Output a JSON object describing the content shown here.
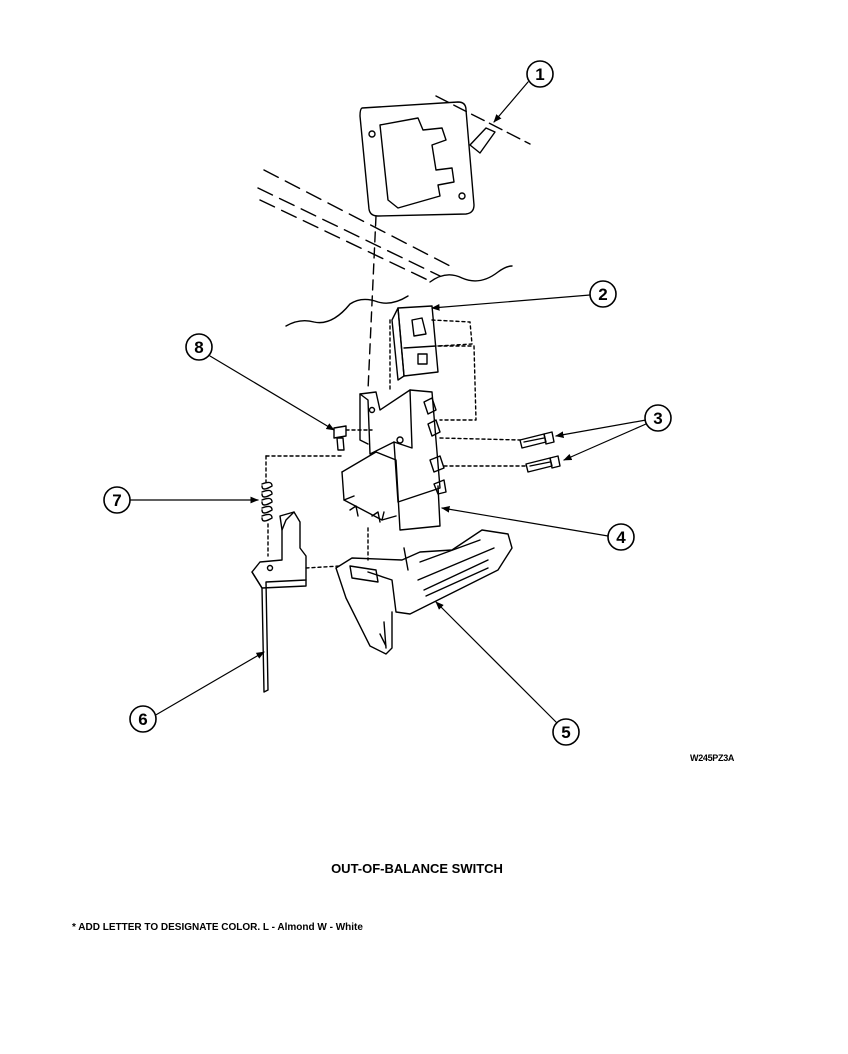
{
  "diagram": {
    "callouts": [
      {
        "number": "1"
      },
      {
        "number": "2"
      },
      {
        "number": "3"
      },
      {
        "number": "4"
      },
      {
        "number": "5"
      },
      {
        "number": "6"
      },
      {
        "number": "7"
      },
      {
        "number": "8"
      }
    ],
    "drawing_code": "W245PZ3A",
    "title": "OUT-OF-BALANCE SWITCH",
    "footnote": "* ADD LETTER TO DESIGNATE COLOR.  L - Almond  W - White"
  }
}
